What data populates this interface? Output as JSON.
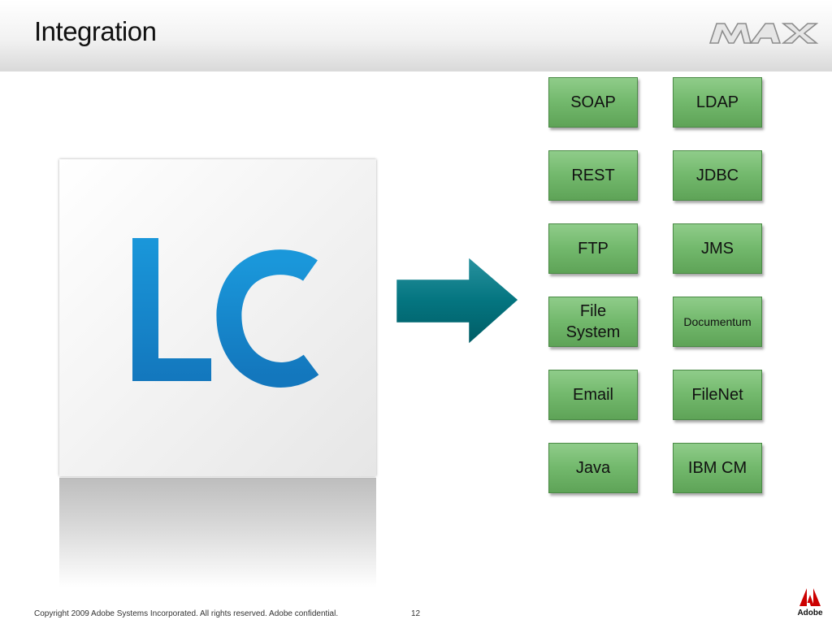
{
  "header": {
    "title": "Integration",
    "logo_name": "max-logo"
  },
  "hero": {
    "logo_text": "Lc",
    "logo_color": "#1a8fd1"
  },
  "connectors": [
    "SOAP",
    "LDAP",
    "REST",
    "JDBC",
    "FTP",
    "JMS",
    "File\nSystem",
    "Documentum",
    "Email",
    "FileNet",
    "Java",
    "IBM CM"
  ],
  "footer": {
    "copyright": "Copyright 2009 Adobe Systems Incorporated.  All rights reserved.  Adobe confidential.",
    "page_number": "12",
    "brand": "Adobe"
  },
  "colors": {
    "tile_green": "#72b86c",
    "arrow_teal": "#00707a",
    "adobe_red": "#cc0000"
  }
}
